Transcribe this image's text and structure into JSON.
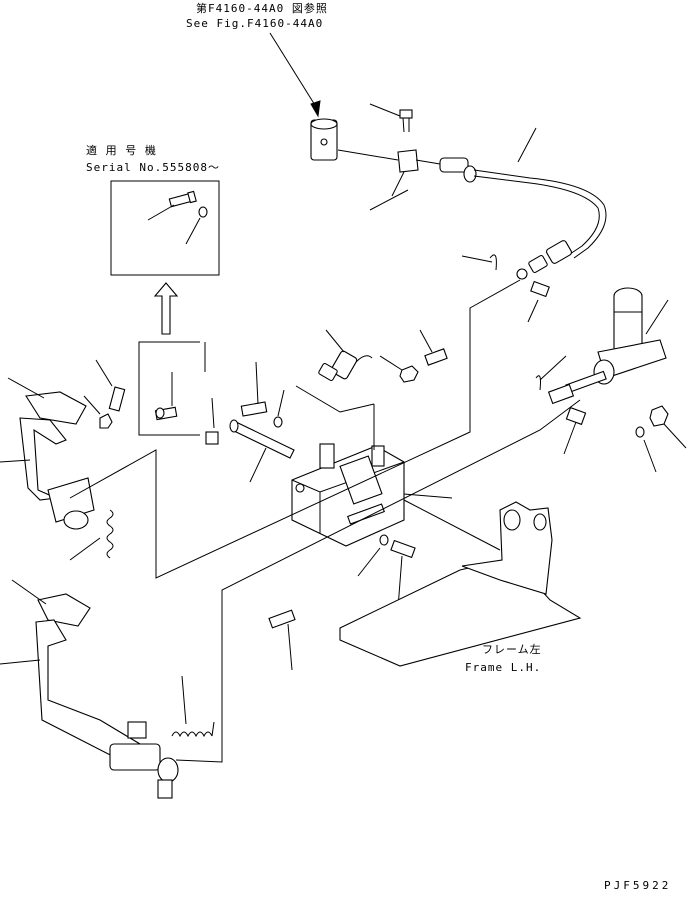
{
  "header_ref": {
    "line1": "第F4160-44A0 図参照",
    "line2": "See Fig.F4160-44A0"
  },
  "serial_box": {
    "line1": "適 用 号 機",
    "line2": "Serial No.555808～"
  },
  "frame_label": {
    "line1": "フレーム左",
    "line2": "Frame L.H."
  },
  "figure_code": "PJF5922",
  "colors": {
    "ink": "#000000",
    "paper": "#ffffff"
  }
}
